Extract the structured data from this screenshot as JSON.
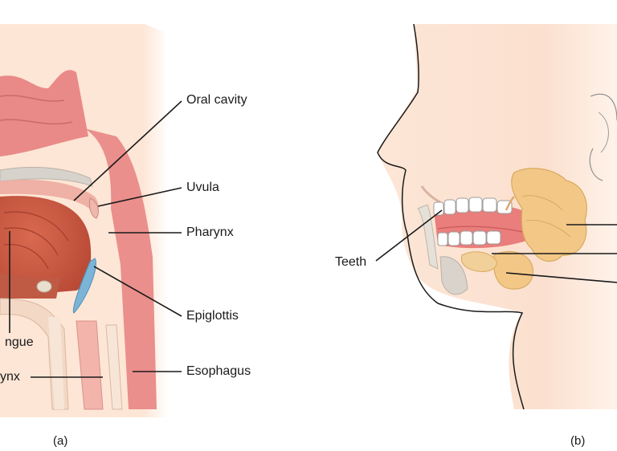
{
  "panel_a": {
    "caption": "(a)",
    "labels": {
      "oral_cavity": "Oral cavity",
      "uvula": "Uvula",
      "pharynx": "Pharynx",
      "epiglottis": "Epiglottis",
      "esophagus": "Esophagus",
      "tongue_partial": "ngue",
      "larynx_partial": "ynx"
    }
  },
  "panel_b": {
    "caption": "(b)",
    "labels": {
      "teeth": "Teeth"
    }
  },
  "colors": {
    "skin": "#fbe3d2",
    "flesh": "#e98a88",
    "tongue": "#c95a45",
    "gland": "#f3c887",
    "tooth": "#ffffff",
    "bone": "#d9d3cb",
    "epiglottis": "#7bb4d6"
  }
}
